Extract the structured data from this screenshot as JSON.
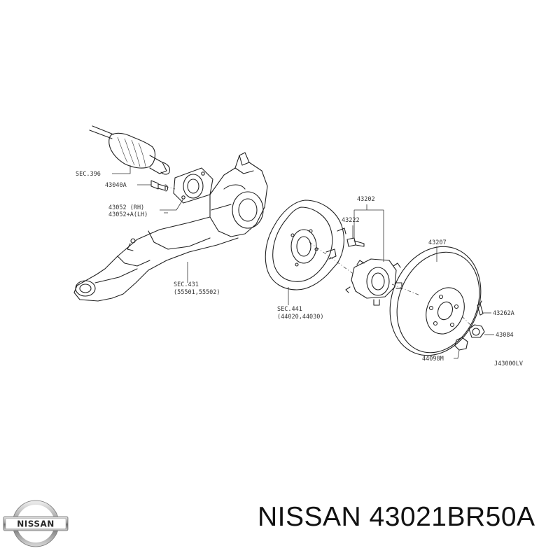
{
  "labels": {
    "sec396": "SEC.396",
    "p43040a": "43040A",
    "p43052rh": "43052 (RH)",
    "p43052lh": "43052+A(LH)",
    "sec431": "SEC.431",
    "sec431sub": "(55501,55502)",
    "sec441": "SEC.441",
    "sec441sub": "(44020,44030)",
    "p43202": "43202",
    "p43222": "43222",
    "p43207": "43207",
    "p43262a": "43262A",
    "p43084": "43084",
    "p44098m": "44098M",
    "diagram_code": "J43000LV"
  },
  "brand": {
    "logo_text": "NISSAN",
    "caption": "NISSAN 43021BR50A"
  }
}
